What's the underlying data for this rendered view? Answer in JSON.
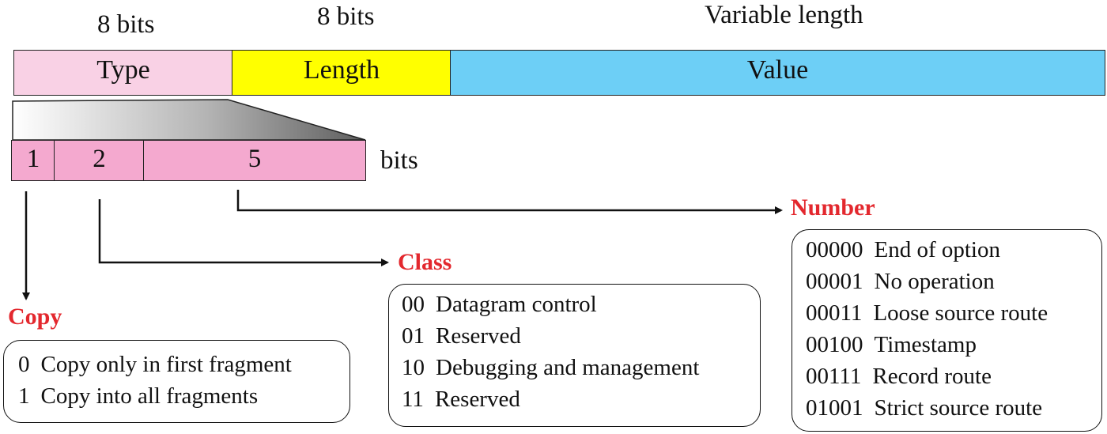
{
  "fields": {
    "type": {
      "label": "Type",
      "size": "8 bits",
      "color": "#f9d1e5"
    },
    "length": {
      "label": "Length",
      "size": "8 bits",
      "color": "#ffff00"
    },
    "value": {
      "label": "Value",
      "size": "Variable length",
      "color": "#6dcff6"
    }
  },
  "type_subfields": {
    "widths": [
      "1",
      "2",
      "5"
    ],
    "unit": "bits",
    "color": "#f4a9cf"
  },
  "copy": {
    "heading": "Copy",
    "items": [
      {
        "code": "0",
        "desc": "Copy only in first fragment"
      },
      {
        "code": "1",
        "desc": "Copy into all fragments"
      }
    ]
  },
  "class": {
    "heading": "Class",
    "items": [
      {
        "code": "00",
        "desc": "Datagram control"
      },
      {
        "code": "01",
        "desc": "Reserved"
      },
      {
        "code": "10",
        "desc": "Debugging and management"
      },
      {
        "code": "11",
        "desc": "Reserved"
      }
    ]
  },
  "number": {
    "heading": "Number",
    "items": [
      {
        "code": "00000",
        "desc": "End of option"
      },
      {
        "code": "00001",
        "desc": "No operation"
      },
      {
        "code": "00011",
        "desc": "Loose source route"
      },
      {
        "code": "00100",
        "desc": "Timestamp"
      },
      {
        "code": "00111",
        "desc": "Record route"
      },
      {
        "code": "01001",
        "desc": "Strict source route"
      }
    ]
  },
  "colors": {
    "heading": "#e3282e",
    "subfield": "#f4a9cf"
  }
}
